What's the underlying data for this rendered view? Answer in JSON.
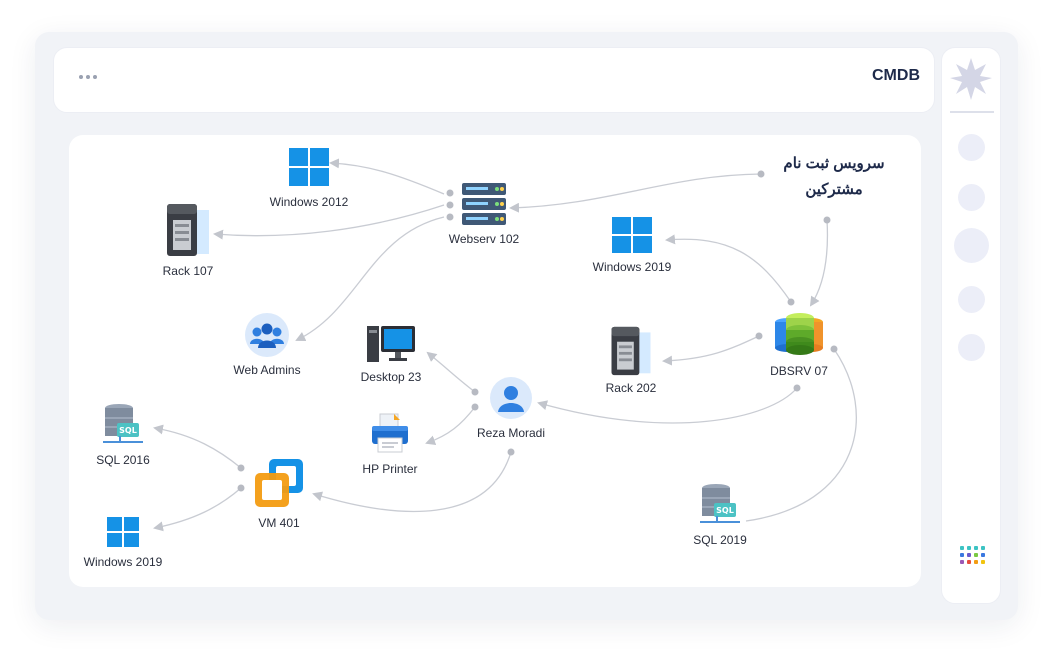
{
  "app": {
    "title": "CMDB"
  },
  "menu_icon": "more-dots-icon",
  "service": {
    "label": "سرویس ثبت نام مشترکین"
  },
  "colors": {
    "connector": "#c2c5cc",
    "windows_blue": "#1592e6",
    "sidebar_dot": "#eceef8",
    "title": "#1e2a4a"
  },
  "nodes": {
    "windows_2012": {
      "label": "Windows 2012",
      "icon": "windows-logo-icon"
    },
    "webserv_102": {
      "label": "Webserv 102",
      "icon": "server-stack-icon"
    },
    "rack_107": {
      "label": "Rack 107",
      "icon": "server-rack-icon"
    },
    "windows_2019_a": {
      "label": "Windows 2019",
      "icon": "windows-logo-icon"
    },
    "web_admins": {
      "label": "Web Admins",
      "icon": "user-group-icon"
    },
    "desktop_23": {
      "label": "Desktop 23",
      "icon": "desktop-computer-icon"
    },
    "rack_202": {
      "label": "Rack 202",
      "icon": "server-rack-icon"
    },
    "dbsrv_07": {
      "label": "DBSRV 07",
      "icon": "database-icon"
    },
    "reza_moradi": {
      "label": "Reza Moradi",
      "icon": "user-avatar-icon"
    },
    "hp_printer": {
      "label": "HP Printer",
      "icon": "printer-icon"
    },
    "sql_2016": {
      "label": "SQL 2016",
      "icon": "sql-server-icon"
    },
    "vm_401": {
      "label": "VM 401",
      "icon": "virtual-machine-icon"
    },
    "windows_2019_b": {
      "label": "Windows 2019",
      "icon": "windows-logo-icon"
    },
    "sql_2019": {
      "label": "SQL 2019",
      "icon": "sql-server-icon"
    }
  },
  "sidebar": {
    "logo_icon": "leaf-logo-icon",
    "items": [
      "nav-item-1",
      "nav-item-2",
      "nav-item-3",
      "nav-item-4",
      "nav-item-5"
    ],
    "apps_icon": "apps-grid-icon"
  }
}
